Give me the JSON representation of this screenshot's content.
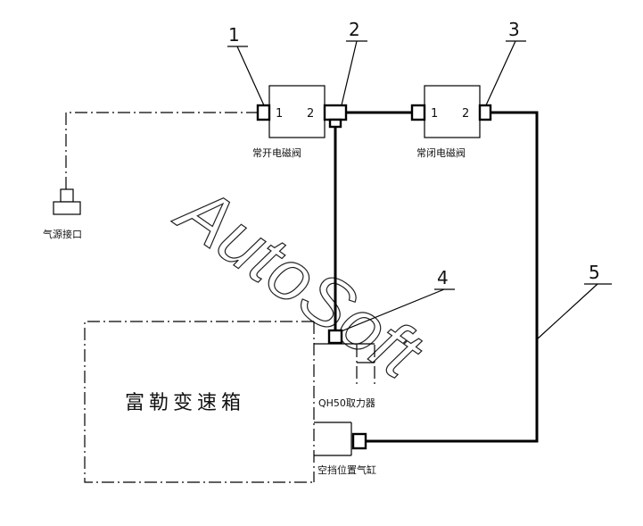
{
  "callouts": [
    "1",
    "2",
    "3",
    "4",
    "5"
  ],
  "valve_no": {
    "port1": "1",
    "port2": "2",
    "label": "常开电磁阀"
  },
  "valve_nc": {
    "port1": "1",
    "port2": "2",
    "label": "常闭电磁阀"
  },
  "air_source": {
    "label": "气源接口"
  },
  "gearbox": {
    "label": "富勒变速箱"
  },
  "pto": {
    "label": "QH50取力器"
  },
  "neutral_cylinder": {
    "label": "空挡位置气缸"
  },
  "watermark": {
    "text": "AutoSoft"
  }
}
